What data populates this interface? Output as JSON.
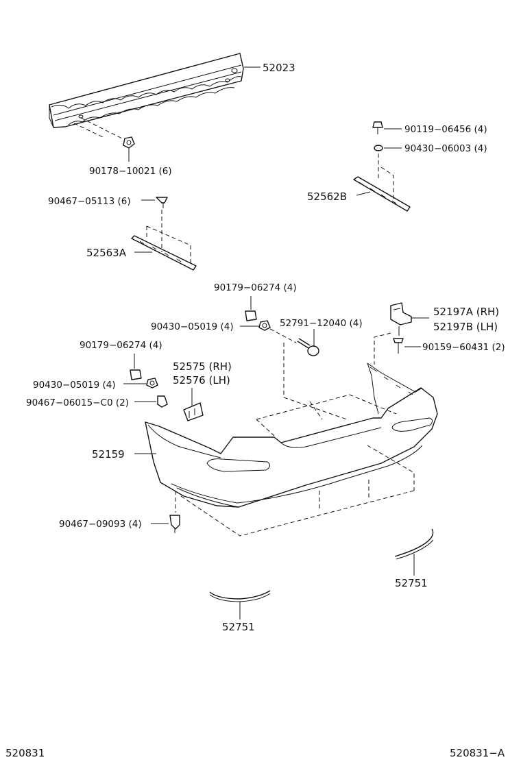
{
  "labels": {
    "p52023": "52023",
    "p90178": "90178−10021 (6)",
    "p90119": "90119−06456 (4)",
    "p90430a": "90430−06003 (4)",
    "p52562B": "52562B",
    "p90467a": "90467−05113 (6)",
    "p52563A": "52563A",
    "p90179a": "90179−06274 (4)",
    "p90430b": "90430−05019 (4)",
    "p52791": "52791−12040 (4)",
    "p52197A": "52197A (RH)",
    "p52197B": "52197B (LH)",
    "p90159": "90159−60431 (2)",
    "p90179b": "90179−06274 (4)",
    "p52575": "52575 (RH)",
    "p52576": "52576 (LH)",
    "p90430c": "90430−05019 (4)",
    "p90467b": "90467−06015−C0 (2)",
    "p52159": "52159",
    "p90467c": "90467−09093 (4)",
    "p52751a": "52751",
    "p52751b": "52751"
  },
  "footer": {
    "left_code": "520831",
    "right_code": "520831−A"
  }
}
